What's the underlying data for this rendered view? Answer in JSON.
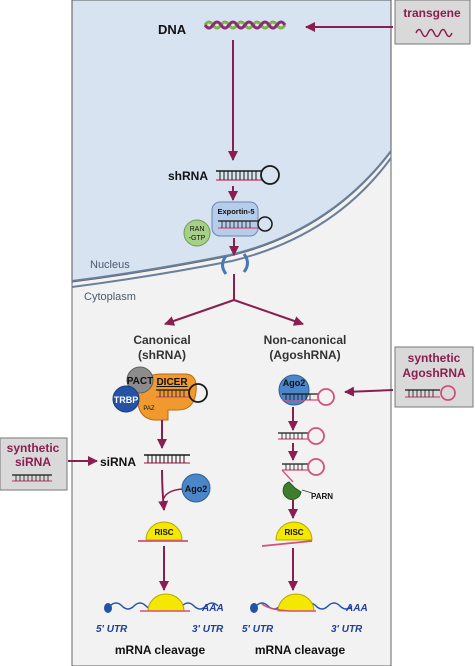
{
  "colors": {
    "arrow": "#8B1E50",
    "nucleus": "#D7E3F1",
    "cytoplasm": "#F2F2F2",
    "side_box": "#D9D9D9",
    "pink": "#D4507E",
    "strand_dark": "#1A1A1A",
    "green_helix": "#7DB545",
    "purple_helix": "#8B2C72",
    "dicer": "#F0992E",
    "trbp": "#2452A6",
    "pact": "#8C8C8C",
    "ago2": "#4A86C8",
    "risc": "#F5E800",
    "parn": "#3F7D2E",
    "ran": "#A6CF88",
    "exportin": "#B5CCEA",
    "utr_text": "#1F3F99"
  },
  "labels": {
    "dna": "DNA",
    "shrna": "shRNA",
    "exportin": "Exportin-5",
    "ran_line1": "RAN",
    "ran_line2": "-GTP",
    "nucleus": "Nucleus",
    "cytoplasm": "Cytoplasm",
    "canonical_line1": "Canonical",
    "canonical_line2": "(shRNA)",
    "noncanonical_line1": "Non-canonical",
    "noncanonical_line2": "(AgoshRNA)",
    "pact": "PACT",
    "dicer": "DICER",
    "trbp": "TRBP",
    "paz": "PAZ",
    "sirna": "siRNA",
    "ago2_left": "Ago2",
    "ago2_right": "Ago2",
    "parn": "PARN",
    "risc_left": "RISC",
    "risc_right": "RISC",
    "utr5_left": "5' UTR",
    "utr3_left": "3' UTR",
    "aaa_left": "AAA",
    "utr5_right": "5' UTR",
    "utr3_right": "3' UTR",
    "aaa_right": "AAA",
    "cleavage_left": "mRNA cleavage",
    "cleavage_right": "mRNA cleavage"
  },
  "side_boxes": {
    "transgene": "transgene",
    "synthetic_agoshrna_line1": "synthetic",
    "synthetic_agoshrna_line2": "AgoshRNA",
    "synthetic_sirna_line1": "synthetic",
    "synthetic_sirna_line2": "siRNA"
  }
}
